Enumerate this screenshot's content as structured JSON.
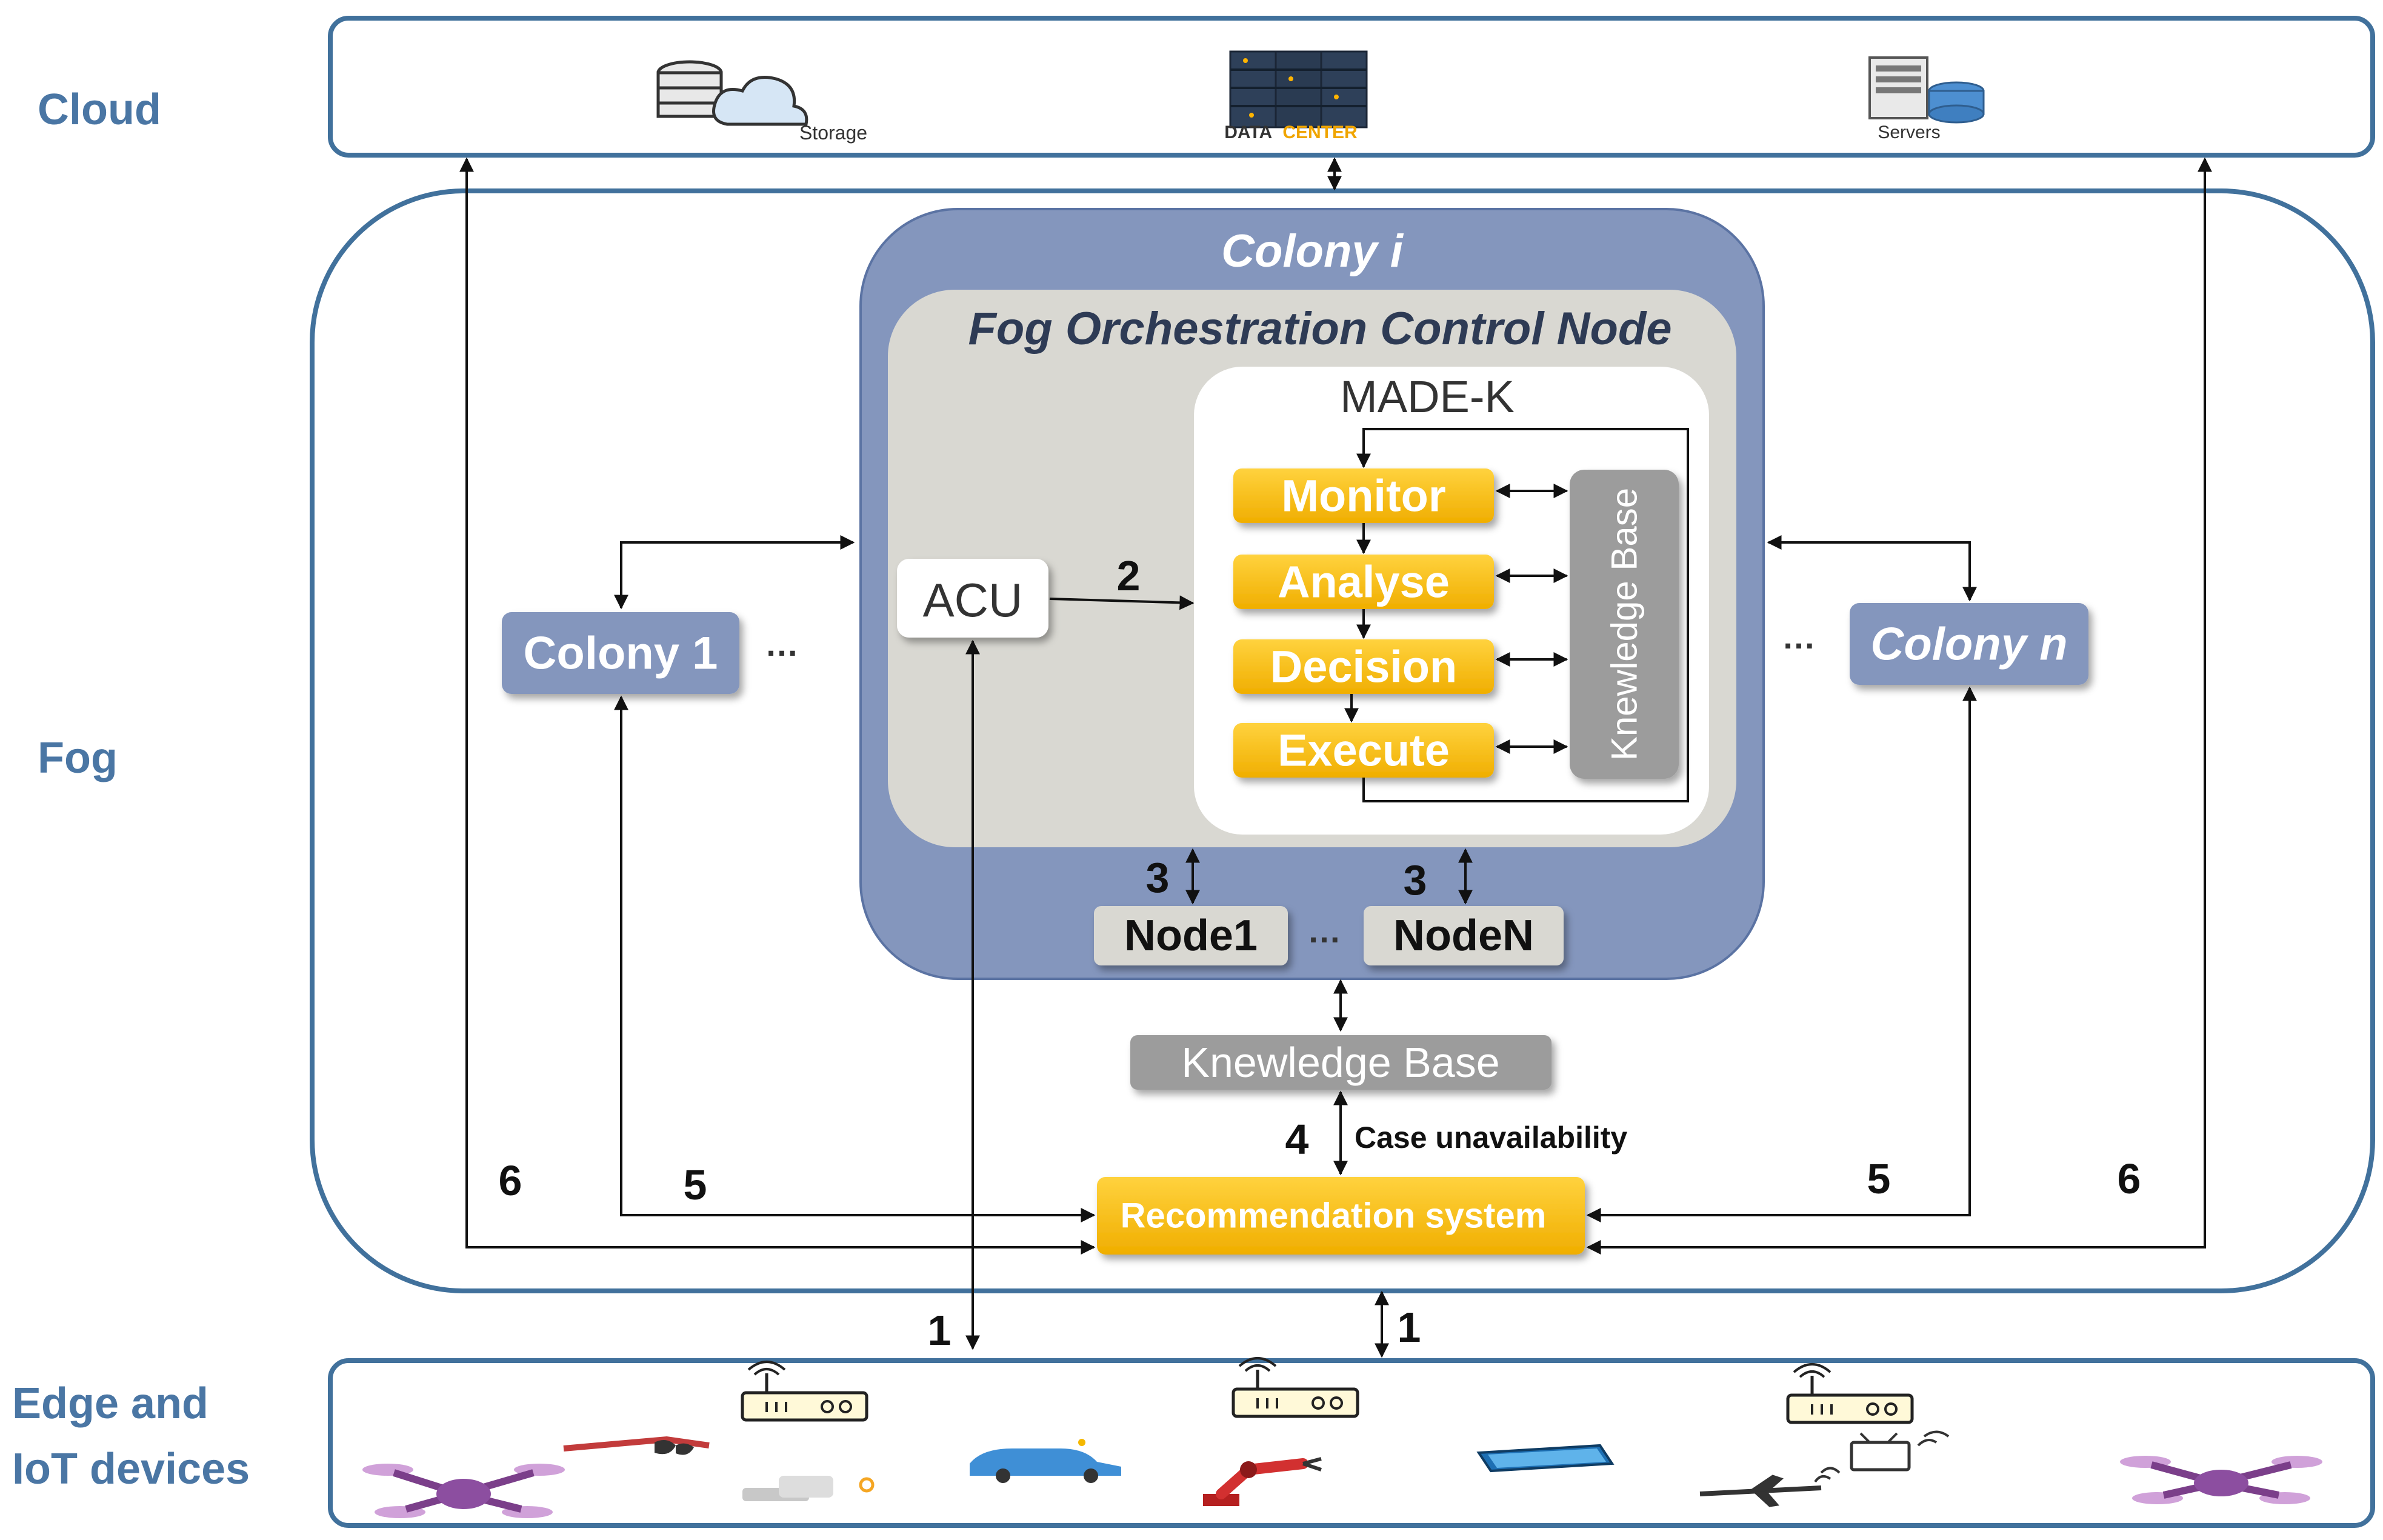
{
  "layers": {
    "cloud": "Cloud",
    "fog": "Fog",
    "edge_line1": "Edge and",
    "edge_line2": "IoT devices"
  },
  "cloud_items": {
    "storage": "Storage",
    "datacenter_a": "DATA",
    "datacenter_b": "CENTER",
    "servers": "Servers"
  },
  "colony_i": {
    "title_main": "Colony ",
    "title_italic_i": "i",
    "fog_node": "Fog Orchestration Control Node",
    "made_k": "MADE-K",
    "acu": "ACU",
    "steps": [
      "Monitor",
      "Analyse",
      "Decision",
      "Execute"
    ],
    "inner_kb": "Knewledge Base",
    "node1": "Node1",
    "nodeN": "NodeN",
    "node_dots": "…"
  },
  "colonies": {
    "colony1": "Colony 1",
    "colonyn": "Colony n",
    "dots": "…"
  },
  "knowledge_base": "Knewledge Base",
  "recommendation_system": "Recommendation system",
  "case_unavailability": "Case unavailability",
  "numbers": {
    "two": "2",
    "three_a": "3",
    "three_b": "3",
    "four": "4",
    "five_left": "5",
    "five_right": "5",
    "six_left": "6",
    "six_right": "6",
    "one_left": "1",
    "one_right": "1"
  },
  "icons": [
    "database-cloud-icon",
    "datacenter-rack-icon",
    "server-icon",
    "router-icon",
    "drone-icon",
    "glasses-icon",
    "camera-icon",
    "car-icon",
    "robot-arm-icon",
    "tablet-icon",
    "tv-icon",
    "plane-icon"
  ],
  "colors": {
    "layer_border": "#41719c",
    "colony_fill": "#8496bd",
    "control_fill": "#d9d8d2",
    "flow_box": "#f6b800",
    "kb_fill": "#9c9c9c",
    "label_blue": "#4a76a4"
  }
}
